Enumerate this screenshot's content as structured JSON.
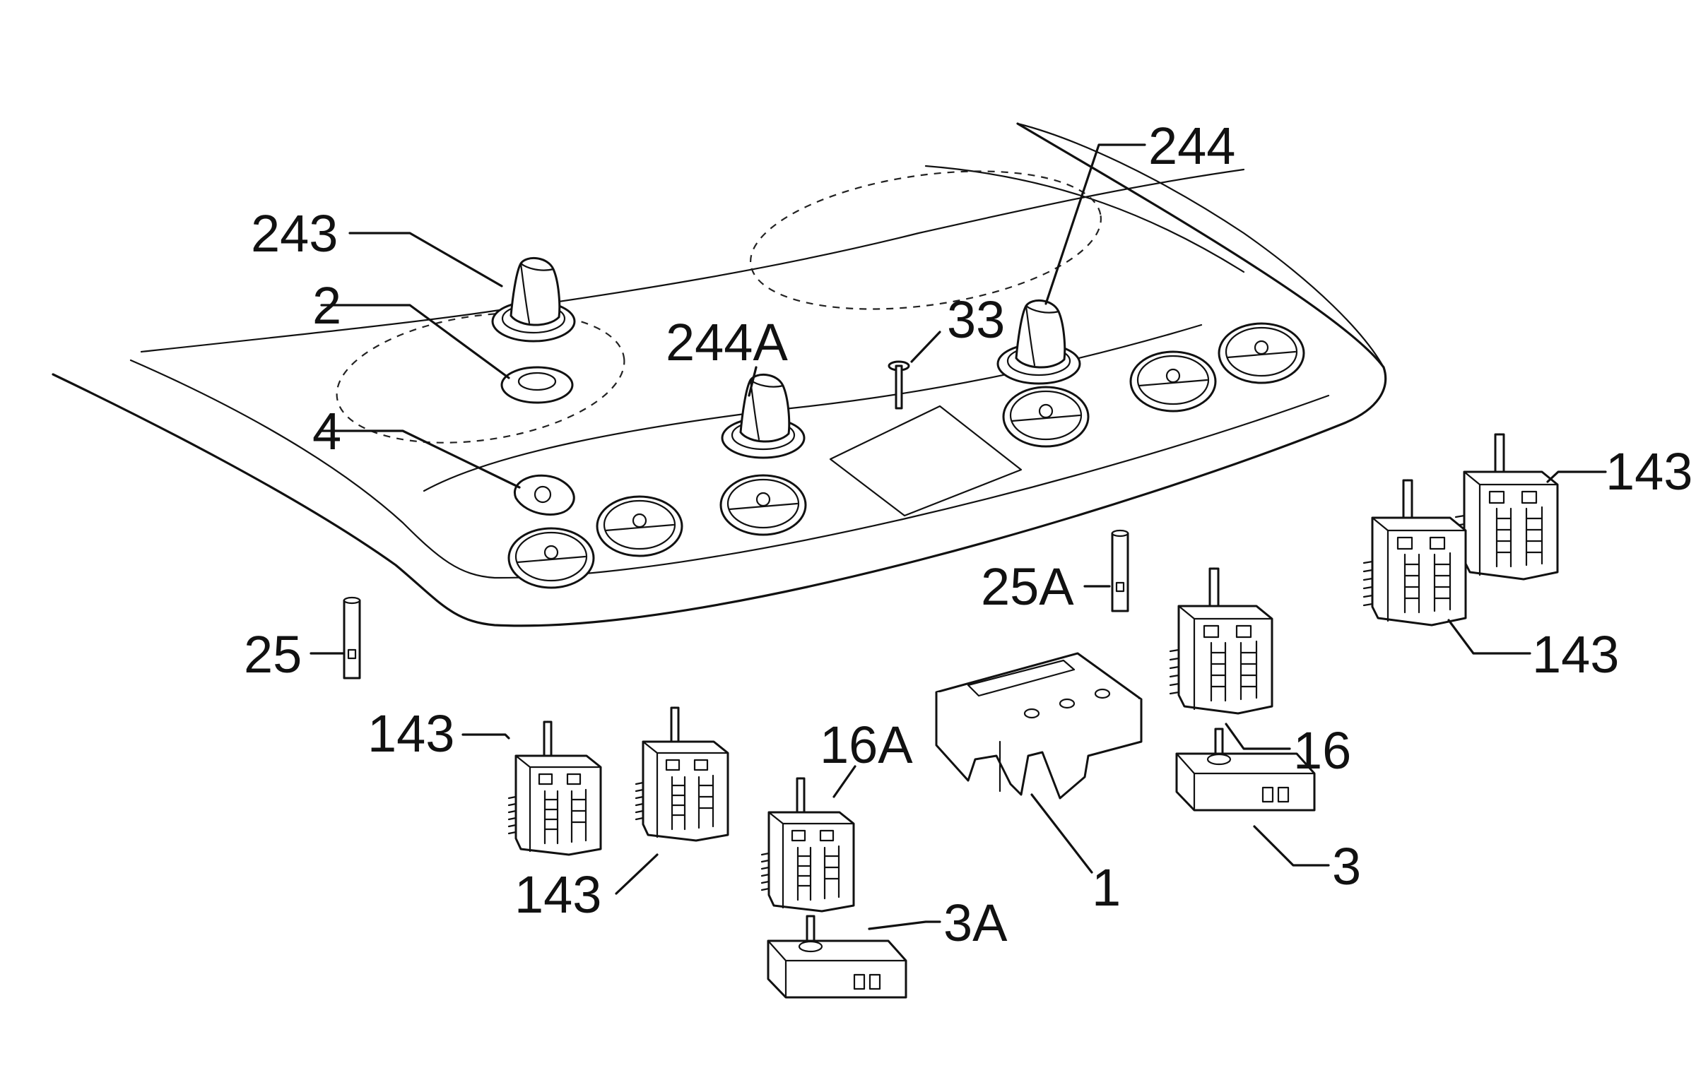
{
  "diagram": {
    "labels": {
      "l243": "243",
      "l2": "2",
      "l4": "4",
      "l244A": "244A",
      "l33": "33",
      "l244": "244",
      "l143_tr": "143",
      "l143_rr": "143",
      "l25A": "25A",
      "l25": "25",
      "l143_ml": "143",
      "l143_bl": "143",
      "l16A": "16A",
      "l16": "16",
      "l3": "3",
      "l3A": "3A",
      "l1": "1"
    }
  }
}
